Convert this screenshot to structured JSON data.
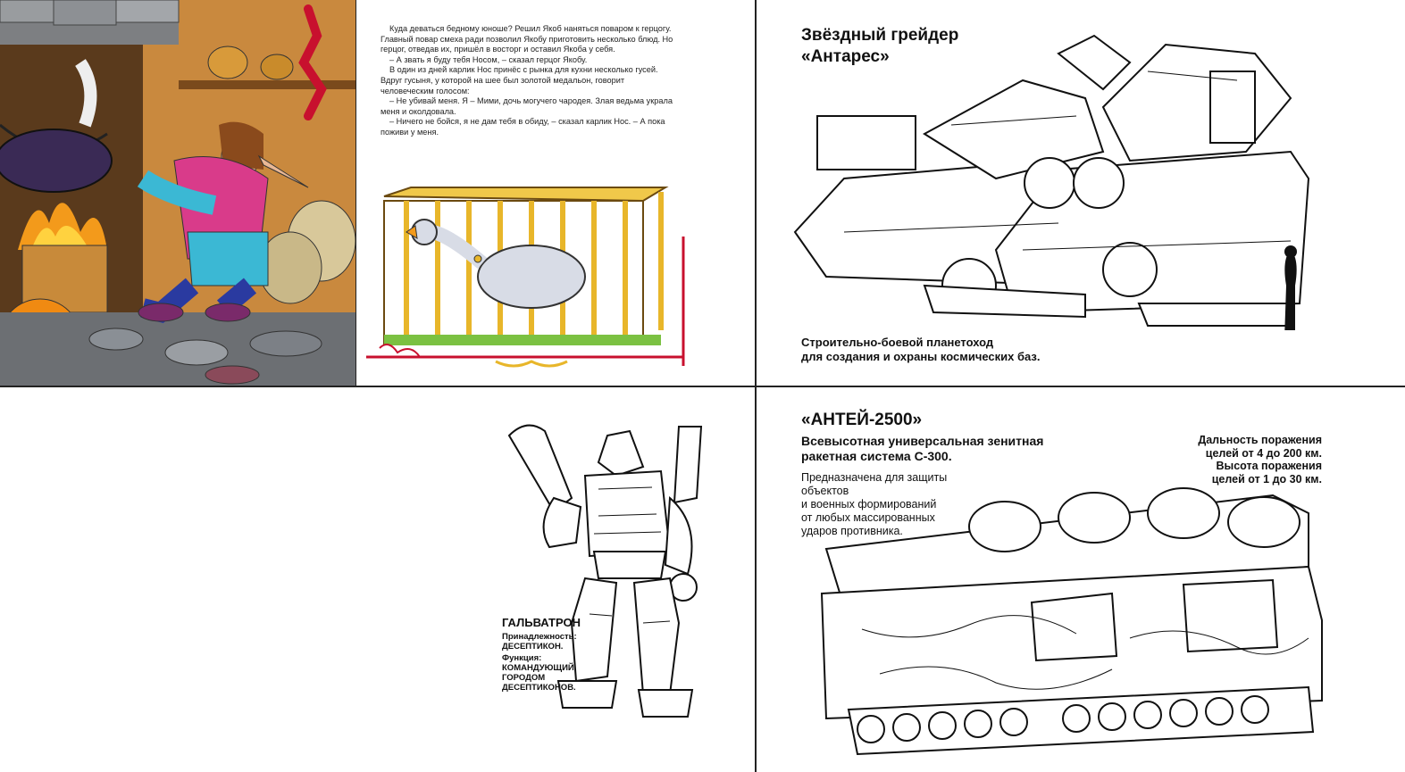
{
  "story": {
    "paragraphs": [
      "Куда деваться бедному юноше? Решил Якоб наняться поваром к герцогу. Главный повар смеха ради позволил Якобу приготовить несколько блюд. Но герцог, отведав их, пришёл в восторг и оставил Якоба у себя.",
      "– А звать я буду тебя Носом, – сказал герцог Якобу.",
      "В один из дней карлик Нос принёс с рынка для кухни несколько гусей. Вдруг гусыня, у которой на шее был золотой медальон, говорит человеческим голосом:",
      "– Не убивай меня. Я – Мими, дочь могучего чародея. Злая ведьма украла меня и околдовала.",
      "– Ничего не бойся, я не дам тебя в обиду, – сказал карлик Нос. – А пока поживи у меня."
    ]
  },
  "grader": {
    "title_line1": "Звёздный грейдер",
    "title_line2": "«Антарес»",
    "caption_line1": "Строительно-боевой планетоход",
    "caption_line2": "для создания и охраны космических баз."
  },
  "galvatron": {
    "name": "ГАЛЬВАТРОН",
    "affiliation_label": "Принадлежность:",
    "affiliation_value": "ДЕСЕПТИКОН.",
    "function_label": "Функция:",
    "function_value_1": "КОМАНДУЮЩИЙ",
    "function_value_2": "ГОРОДОМ",
    "function_value_3": "ДЕСЕПТИКОНОВ."
  },
  "antey": {
    "title": "«АНТЕЙ-2500»",
    "subtitle_line1": "Всевысотная универсальная зенитная",
    "subtitle_line2": "ракетная система С-300.",
    "desc_line1": "Предназначена для защиты объектов",
    "desc_line2": "и военных формирований",
    "desc_line3": "от любых массированных",
    "desc_line4": "ударов противника.",
    "range_line1": "Дальность поражения",
    "range_line2": "целей от 4 до 200 км.",
    "range_line3": "Высота поражения",
    "range_line4": "целей от 1 до 30 км."
  },
  "colors": {
    "divider": "#222222",
    "wall": "#c9893e",
    "stone": "#8a8f95",
    "fire": "#f39a1b",
    "cage": "#e8b62a",
    "ornament": "#c8102e"
  }
}
